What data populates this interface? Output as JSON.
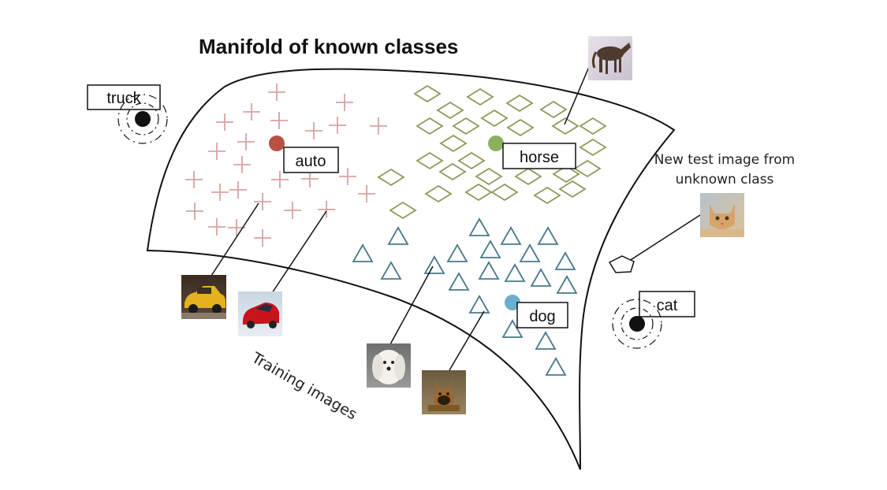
{
  "title": "Manifold of known classes",
  "labels": {
    "truck": "truck",
    "auto": "auto",
    "horse": "horse",
    "dog": "dog",
    "cat": "cat"
  },
  "note": {
    "line1": "New test image from",
    "line2": "unknown class"
  },
  "training_label": "Training images",
  "colors": {
    "auto": "#d9a3a3",
    "auto_center": "#b85044",
    "horse": "#8a9a5a",
    "horse_center": "#8db060",
    "dog": "#4a7a8a",
    "dog_center": "#6aaed0",
    "outline": "#111111"
  },
  "icons": {
    "truck_sample": "black-dot-with-rings-icon",
    "cat_sample": "black-dot-with-rings-icon",
    "unknown_test": "pentagon-icon",
    "photos": [
      "horse-photo",
      "yellow-car-photo",
      "red-car-photo",
      "white-dog-photo",
      "brown-dog-photo",
      "cat-photo"
    ]
  }
}
